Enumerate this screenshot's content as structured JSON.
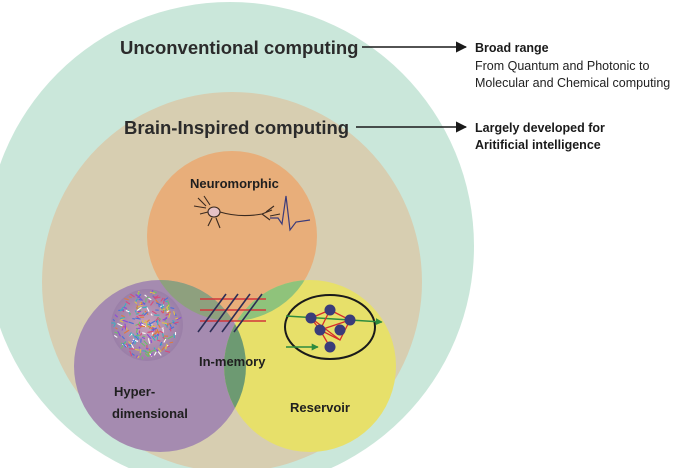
{
  "outer": {
    "title": "Unconventional computing",
    "note_title": "Broad range",
    "note_lines": [
      "From Quantum and Photonic to",
      "Molecular and Chemical computing"
    ]
  },
  "brain": {
    "title": "Brain-Inspired computing",
    "note_lines": [
      "Largely developed for",
      "Aritificial intelligence"
    ]
  },
  "neuromorphic": {
    "label": "Neuromorphic"
  },
  "inmemory": {
    "label": "In-memory"
  },
  "hyper": {
    "label_lines": [
      "Hyper-",
      "dimensional"
    ]
  },
  "reservoir": {
    "label": "Reservoir"
  },
  "colors": {
    "outer": "#c7e6d8",
    "brain": "#d7ceb1",
    "neuromorphic": "#e8ae7a",
    "hyper": "#a58bb0",
    "reservoir": "#e7e06a",
    "overlap": "#74a873",
    "core": "#3f6fb7",
    "arrow": "#1a1a1a"
  }
}
